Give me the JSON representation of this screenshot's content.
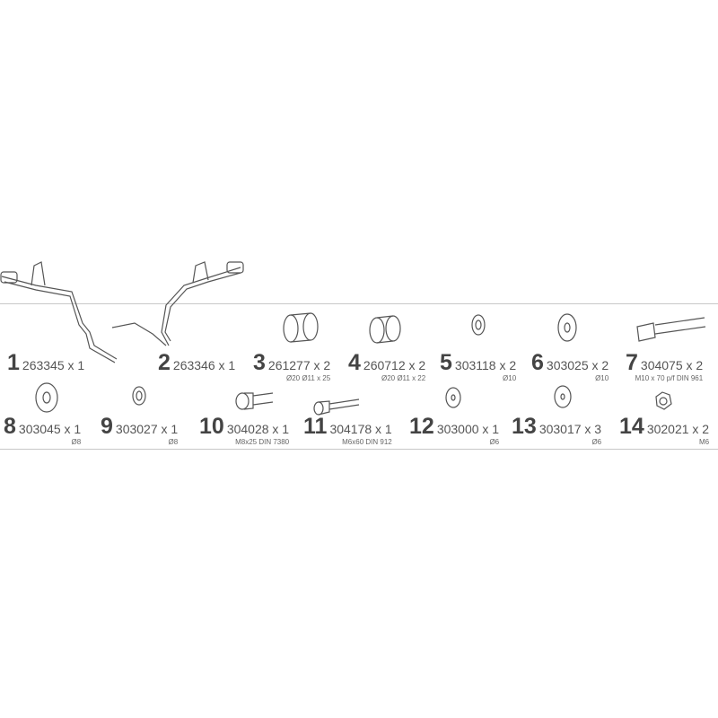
{
  "parts": [
    {
      "num": "1",
      "code": "263345 x 1",
      "spec": ""
    },
    {
      "num": "2",
      "code": "263346 x 1",
      "spec": ""
    },
    {
      "num": "3",
      "code": "261277 x 2",
      "spec": "Ø20 Ø11 x 25"
    },
    {
      "num": "4",
      "code": "260712 x 2",
      "spec": "Ø20 Ø11 x 22"
    },
    {
      "num": "5",
      "code": "303118 x 2",
      "spec": "Ø10"
    },
    {
      "num": "6",
      "code": "303025 x 2",
      "spec": "Ø10"
    },
    {
      "num": "7",
      "code": "304075 x 2",
      "spec": "M10 x 70 p/f DIN 961"
    },
    {
      "num": "8",
      "code": "303045 x 1",
      "spec": "Ø8"
    },
    {
      "num": "9",
      "code": "303027 x 1",
      "spec": "Ø8"
    },
    {
      "num": "10",
      "code": "304028 x 1",
      "spec": "M8x25 DIN 7380"
    },
    {
      "num": "11",
      "code": "304178 x 1",
      "spec": "M6x60 DIN 912"
    },
    {
      "num": "12",
      "code": "303000 x 1",
      "spec": "Ø6"
    },
    {
      "num": "13",
      "code": "303017 x 3",
      "spec": "Ø6"
    },
    {
      "num": "14",
      "code": "302021 x 2",
      "spec": "M6"
    }
  ],
  "colors": {
    "line": "#555555",
    "rule": "#c8c8c8"
  }
}
